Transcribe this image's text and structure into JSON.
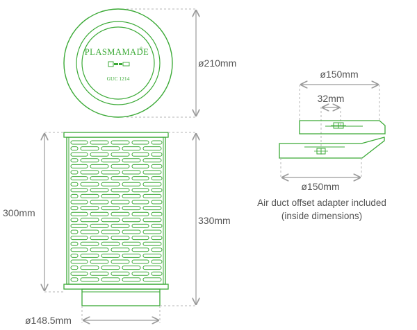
{
  "top_view": {
    "brand": "PLASMAMADE",
    "brand_mark": "®",
    "model": "GUC 1214",
    "diameter_label": "ø210mm"
  },
  "filter_side": {
    "height_inner_label": "300mm",
    "height_outer_label": "330mm",
    "bottom_diameter_label": "ø148.5mm"
  },
  "adapter": {
    "top_diameter_label": "ø150mm",
    "offset_label": "32mm",
    "bottom_diameter_label": "ø150mm",
    "caption_line1": "Air duct offset adapter included",
    "caption_line2": "(inside dimensions)"
  },
  "colors": {
    "accent_green": "#3aa935",
    "dimension_gray": "#9a9a9a",
    "text_gray": "#555555"
  }
}
